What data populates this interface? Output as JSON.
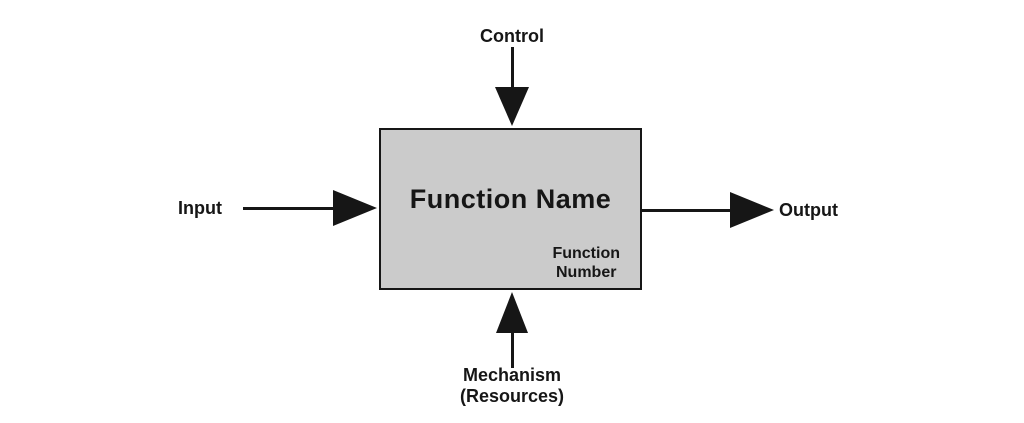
{
  "diagram": {
    "type": "idef0-function-box",
    "box": {
      "function_name": "Function Name",
      "function_number_line1": "Function",
      "function_number_line2": "Number",
      "fill_color": "#cbcbcb",
      "border_color": "#161616"
    },
    "arrows": {
      "control": {
        "label": "Control",
        "direction": "down",
        "attaches": "top"
      },
      "input": {
        "label": "Input",
        "direction": "right",
        "attaches": "left"
      },
      "output": {
        "label": "Output",
        "direction": "right",
        "attaches": "right"
      },
      "mechanism": {
        "label_line1": "Mechanism",
        "label_line2": "(Resources)",
        "direction": "up",
        "attaches": "bottom"
      }
    },
    "colors": {
      "background": "#ffffff",
      "line": "#161616",
      "text": "#161616"
    }
  }
}
